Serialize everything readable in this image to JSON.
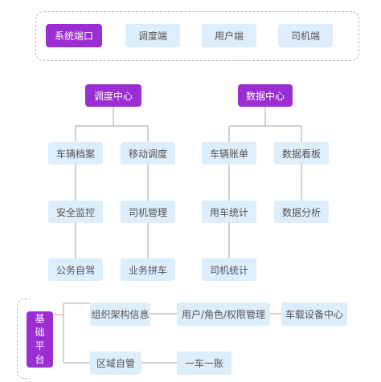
{
  "ports": [
    "系统端口",
    "调度端",
    "用户端",
    "司机端"
  ],
  "centers": {
    "dispatch": "调度中心",
    "data": "数据中心"
  },
  "dispatch_children": [
    "车辆档案",
    "移动调度",
    "安全监控",
    "司机管理",
    "公务自驾",
    "业务拼车"
  ],
  "data_children": [
    "车辆账单",
    "数据看板",
    "用车统计",
    "数据分析",
    "司机统计"
  ],
  "base": {
    "label_chars": [
      "基",
      "础",
      "平",
      "台"
    ],
    "items": [
      "组织架构信息",
      "用户/角色/权限管理",
      "车载设备中心",
      "区域自管",
      "一车一账"
    ]
  },
  "colors": {
    "accent": "#9b2ed3",
    "node_fill": "#dcedfb",
    "line": "#b5b5b5"
  }
}
